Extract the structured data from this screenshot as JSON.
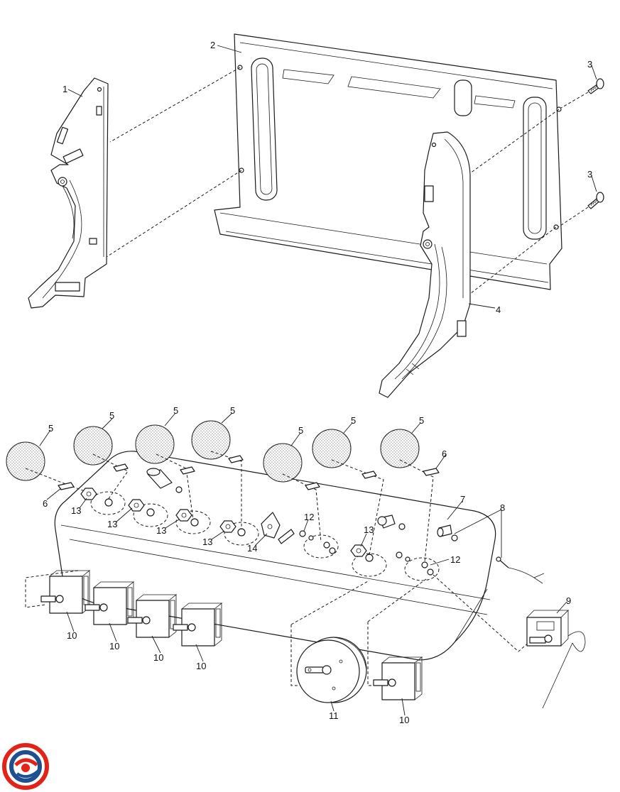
{
  "callouts": [
    {
      "part": "panel-bracket-left",
      "text": "1"
    },
    {
      "part": "back-plate",
      "text": "2"
    },
    {
      "part": "screw-upper",
      "text": "3"
    },
    {
      "part": "screw-lower",
      "text": "3"
    },
    {
      "part": "panel-bracket-right",
      "text": "4"
    },
    {
      "part": "knob-1",
      "text": "5"
    },
    {
      "part": "knob-2",
      "text": "5"
    },
    {
      "part": "knob-3",
      "text": "5"
    },
    {
      "part": "knob-4",
      "text": "5"
    },
    {
      "part": "knob-5",
      "text": "5"
    },
    {
      "part": "knob-6",
      "text": "5"
    },
    {
      "part": "knob-7",
      "text": "5"
    },
    {
      "part": "clip-left",
      "text": "6"
    },
    {
      "part": "clip-right",
      "text": "6"
    },
    {
      "part": "control-panel",
      "text": "7"
    },
    {
      "part": "indicator-lamp",
      "text": "8"
    },
    {
      "part": "thermostat",
      "text": "9"
    },
    {
      "part": "switch-1",
      "text": "10"
    },
    {
      "part": "switch-2",
      "text": "10"
    },
    {
      "part": "switch-3",
      "text": "10"
    },
    {
      "part": "switch-4",
      "text": "10"
    },
    {
      "part": "switch-5",
      "text": "10"
    },
    {
      "part": "timer",
      "text": "11"
    },
    {
      "part": "spacer-1",
      "text": "12"
    },
    {
      "part": "spacer-2",
      "text": "12"
    },
    {
      "part": "nut-1",
      "text": "13"
    },
    {
      "part": "nut-2",
      "text": "13"
    },
    {
      "part": "nut-3",
      "text": "13"
    },
    {
      "part": "nut-4",
      "text": "13"
    },
    {
      "part": "nut-5",
      "text": "13"
    },
    {
      "part": "ignition-switch",
      "text": "14"
    }
  ],
  "colors": {
    "line": "#1a1a1a",
    "logo_red": "#e2231a",
    "logo_blue": "#1d4f91"
  },
  "icons": {
    "logo": "brand-logo-icon"
  }
}
